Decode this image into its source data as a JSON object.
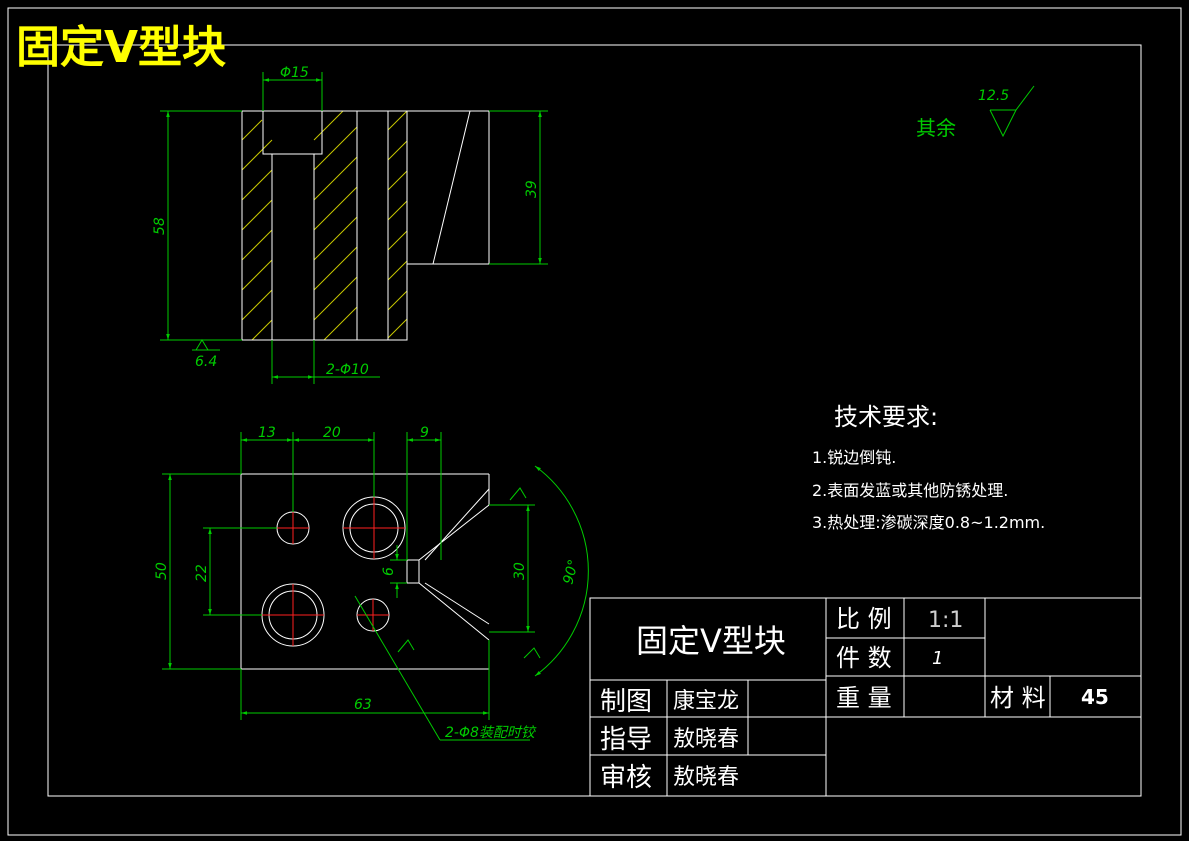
{
  "header": {
    "title": "固定V型块"
  },
  "front_view": {
    "dim_dia15": "Φ15",
    "dim_58": "58",
    "dim_39": "39",
    "roughness_64": "6.4",
    "dim_2x_dia10": "2-Φ10"
  },
  "top_view": {
    "dim_13": "13",
    "dim_20": "20",
    "dim_9": "9",
    "dim_50": "50",
    "dim_22": "22",
    "dim_6": "6",
    "dim_30": "30",
    "dim_90deg": "90°",
    "dim_63": "63",
    "pin_note": "2-Φ8装配时铰"
  },
  "roughness_other": {
    "label": "其余",
    "value": "12.5"
  },
  "tech_requirements": {
    "heading": "技术要求:",
    "items": [
      "1.锐边倒钝.",
      "2.表面发蓝或其他防锈处理.",
      "3.热处理:渗碳深度0.8~1.2mm."
    ]
  },
  "title_block": {
    "part_name": "固定V型块",
    "scale_label": "比 例",
    "scale_value": "1:1",
    "qty_label": "件 数",
    "qty_value": "1",
    "weight_label": "重 量",
    "material_label": "材 料",
    "material_value": "45",
    "drawn_label": "制图",
    "drawn_name": "康宝龙",
    "guide_label": "指导",
    "guide_name": "敖晓春",
    "review_label": "审核",
    "review_name": "敖晓春"
  }
}
